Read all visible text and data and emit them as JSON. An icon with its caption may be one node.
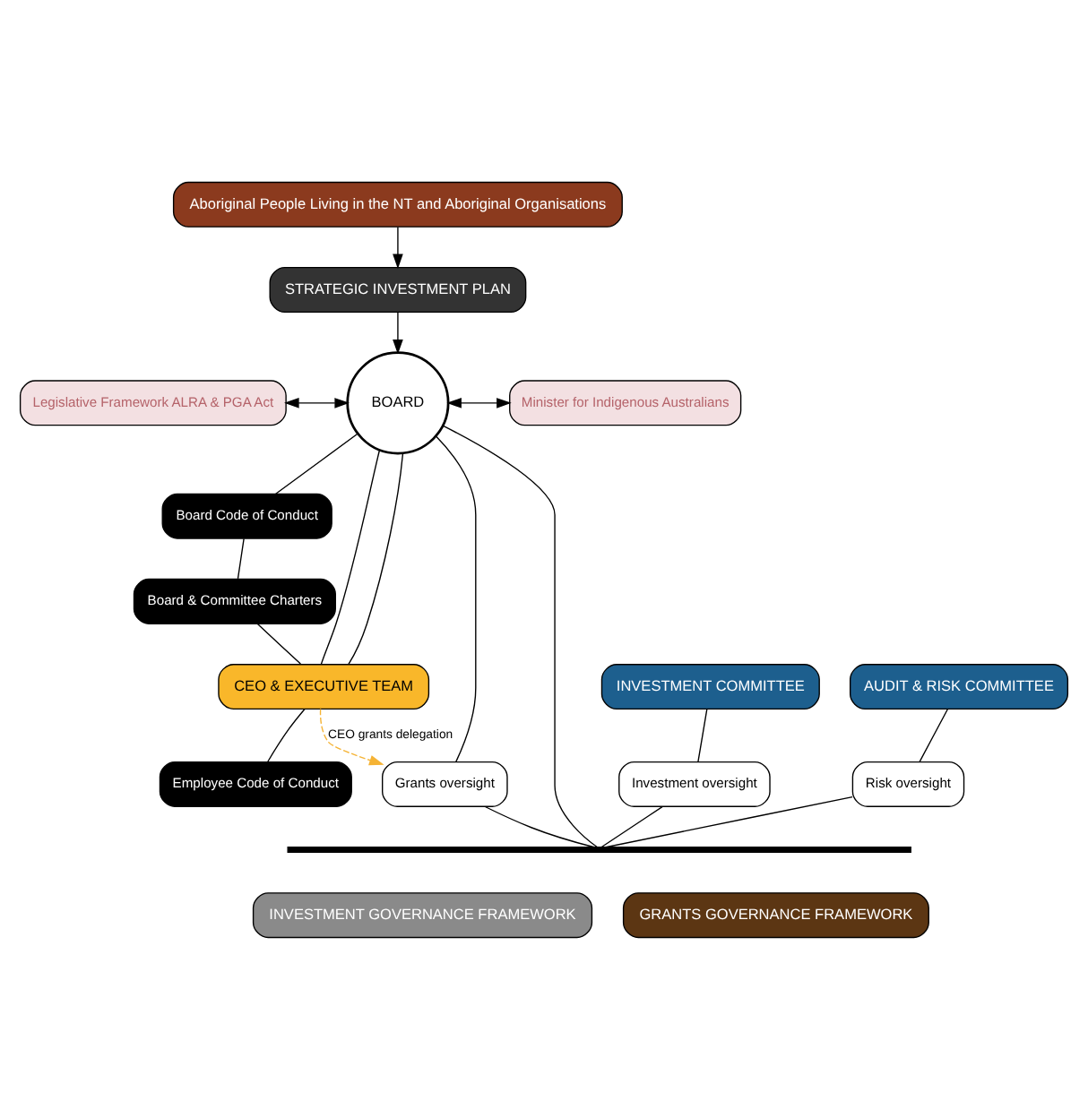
{
  "diagram": {
    "nodes": [
      {
        "text": [
          "Aboriginal People Living in the NT and Aboriginal Organisations"
        ]
      },
      {
        "text": [
          "STRATEGIC INVESTMENT PLAN"
        ]
      },
      {
        "text": [
          "BOARD"
        ]
      },
      {
        "text": [
          "Legislative Framework ALRA & PGA Act"
        ]
      },
      {
        "text": [
          "Minister for Indigenous Australians"
        ]
      },
      {
        "text": [
          "Board Code of Conduct"
        ]
      },
      {
        "text": [
          "Board & Committee Charters"
        ]
      },
      {
        "text": [
          "INVESTMENT COMMITTEE"
        ]
      },
      {
        "text": [
          "AUDIT & RISK COMMITTEE"
        ]
      },
      {
        "text": [
          "CEO & EXECUTIVE TEAM"
        ]
      },
      {
        "text": [
          "Employee Code of Conduct"
        ]
      },
      {
        "text": [
          "Investment oversight"
        ]
      },
      {
        "text": [
          "Risk oversight"
        ]
      },
      {
        "text": [
          "Grants oversight"
        ]
      },
      {
        "text": [],
        "shape": "bar"
      },
      {
        "text": [
          "INVESTMENT GOVERNANCE FRAMEWORK"
        ]
      },
      {
        "text": [
          "GRANTS GOVERNANCE FRAMEWORK"
        ]
      }
    ],
    "edges": [
      {
        "from": 0,
        "to": 1,
        "arrow": "to"
      },
      {
        "from": 1,
        "to": 2,
        "arrow": "to"
      },
      {
        "from": 3,
        "to": 2,
        "arrow": "both"
      },
      {
        "from": 2,
        "to": 4,
        "arrow": "both"
      },
      {
        "from": 2,
        "to": 5,
        "arrow": "none"
      },
      {
        "from": 5,
        "to": 6,
        "arrow": "none"
      },
      {
        "from": 6,
        "to": 9,
        "arrow": "none"
      },
      {
        "from": 9,
        "to": 10,
        "arrow": "none"
      },
      {
        "from": 2,
        "to": 9,
        "arrow": "none"
      },
      {
        "from": 2,
        "to": 9,
        "arrow": "none"
      },
      {
        "from": 2,
        "to": 13,
        "arrow": "none"
      },
      {
        "from": 2,
        "to": 14,
        "arrow": "none"
      },
      {
        "from": 7,
        "to": 11,
        "arrow": "none"
      },
      {
        "from": 11,
        "to": 14,
        "arrow": "none"
      },
      {
        "from": 8,
        "to": 12,
        "arrow": "none"
      },
      {
        "from": 12,
        "to": 14,
        "arrow": "none"
      },
      {
        "from": 13,
        "to": 14,
        "arrow": "none"
      },
      {
        "from": 9,
        "to": 13,
        "arrow": "to",
        "label": "CEO grants delegation",
        "style": "dashed",
        "color": "#f5b335"
      }
    ]
  }
}
